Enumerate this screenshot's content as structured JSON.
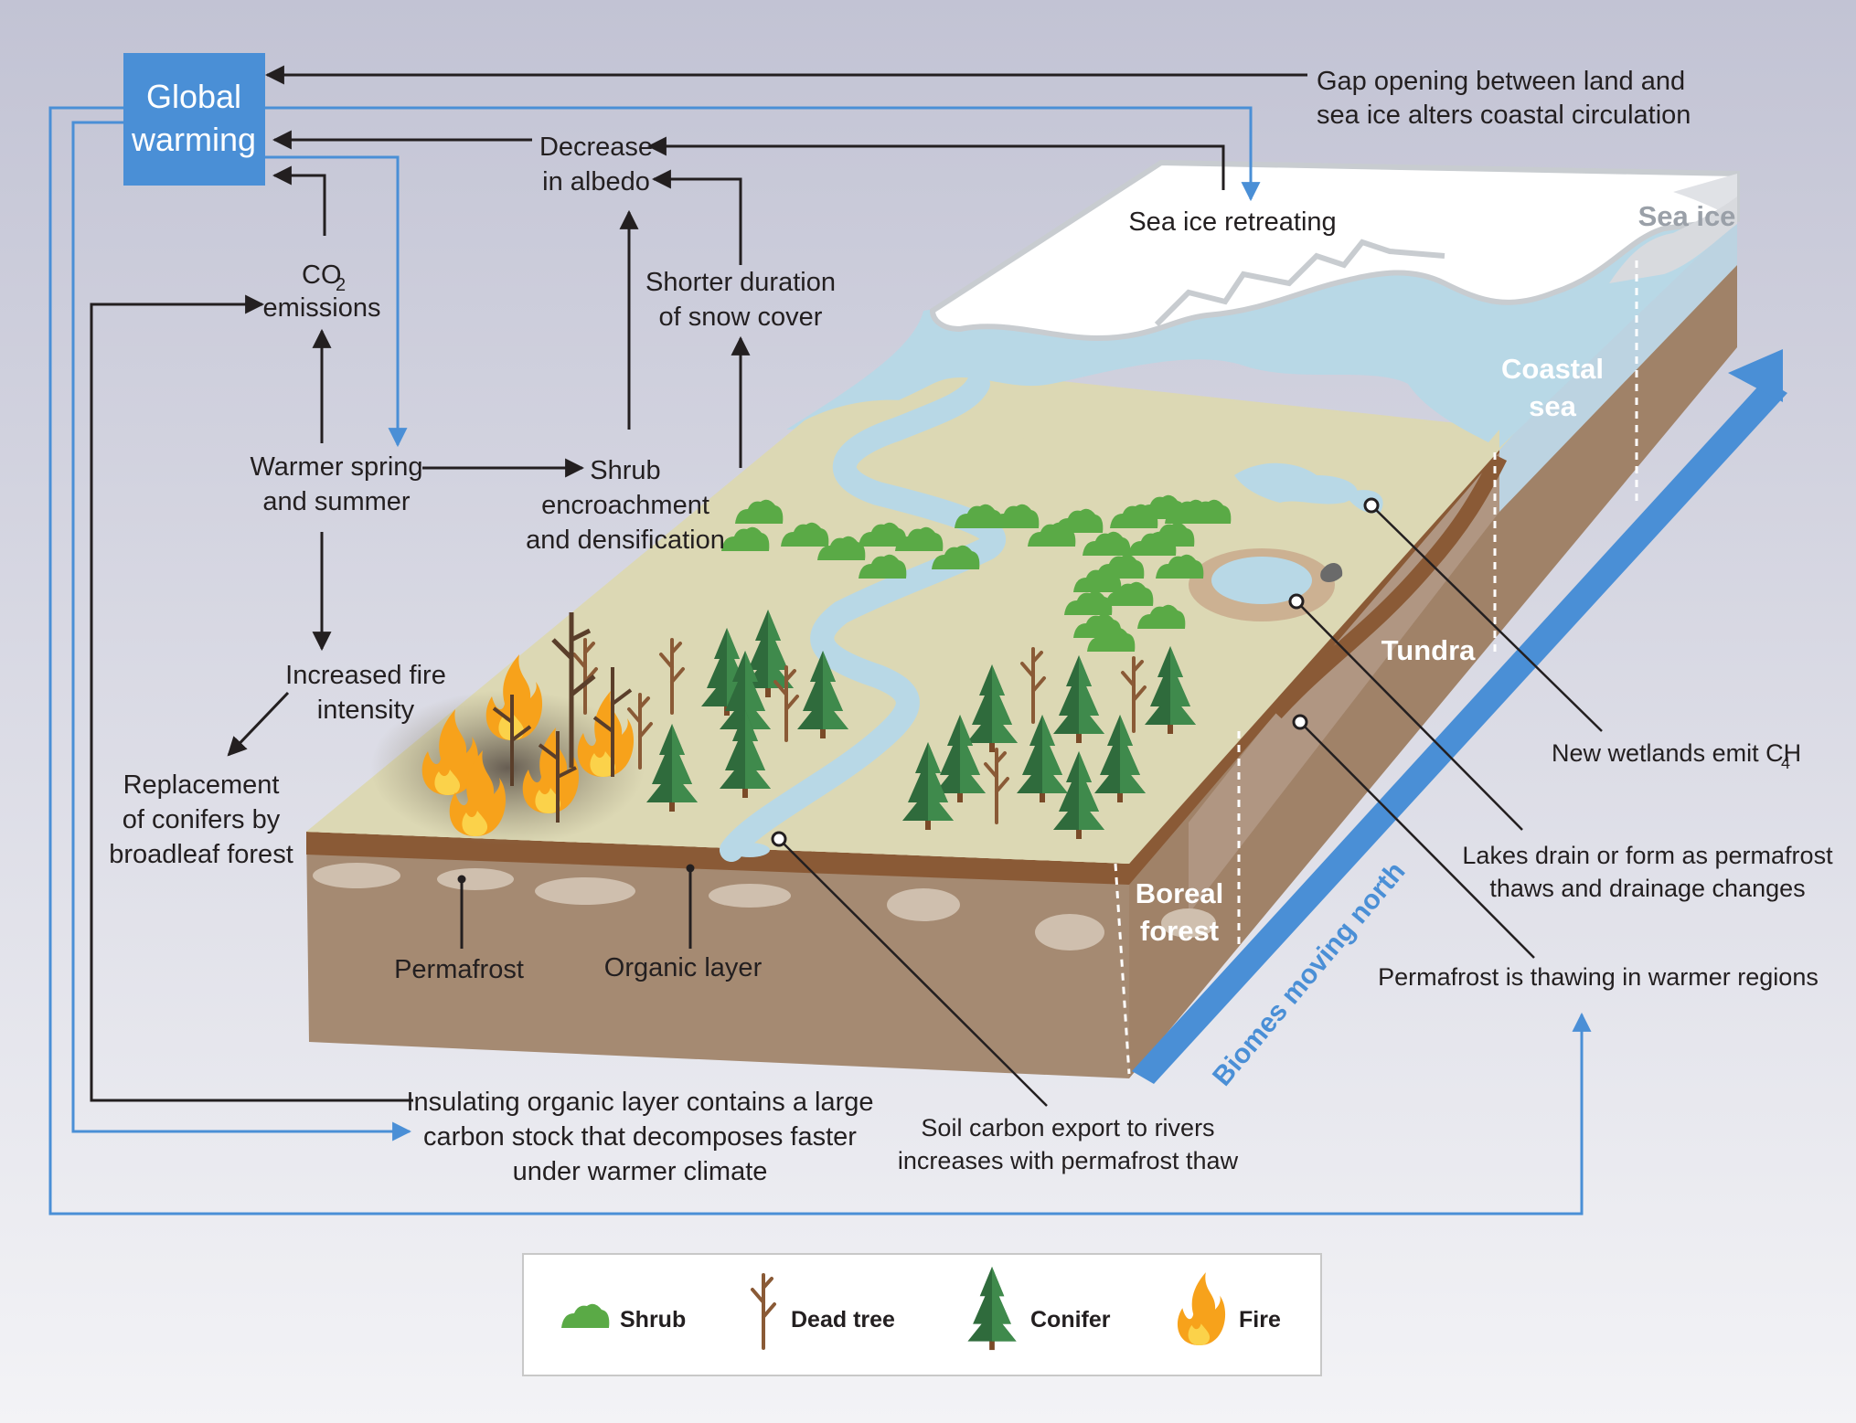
{
  "title": {
    "line1": "Global",
    "line2": "warming"
  },
  "labels": {
    "gap_opening": [
      "Gap opening between land and",
      "sea ice alters coastal circulation"
    ],
    "decrease_albedo": [
      "Decrease",
      "in albedo"
    ],
    "sea_ice_retreating": "Sea ice retreating",
    "co2": {
      "main": "CO",
      "sub": "2",
      "line2": "emissions"
    },
    "shorter_snow": [
      "Shorter duration",
      "of snow cover"
    ],
    "warmer_spring": [
      "Warmer spring",
      "and summer"
    ],
    "shrub_encroachment": [
      "Shrub",
      "encroachment",
      "and densification"
    ],
    "increased_fire": [
      "Increased fire",
      "intensity"
    ],
    "replacement": [
      "Replacement",
      "of conifers by",
      "broadleaf forest"
    ],
    "permafrost": "Permafrost",
    "organic_layer": "Organic layer",
    "insulating": [
      "Insulating organic layer contains a large",
      "carbon stock that decomposes faster",
      "under warmer climate"
    ],
    "soil_carbon": [
      "Soil carbon export to rivers",
      "increases with permafrost thaw"
    ],
    "new_wetlands": {
      "main": "New wetlands emit CH",
      "sub": "4"
    },
    "lakes_drain": [
      "Lakes drain or form as permafrost",
      "thaws and drainage changes"
    ],
    "permafrost_thawing": "Permafrost is thawing in warmer regions",
    "sea_ice": "Sea ice",
    "coastal_sea": [
      "Coastal",
      "sea"
    ],
    "tundra": "Tundra",
    "boreal_forest": [
      "Boreal",
      "forest"
    ],
    "biomes_moving": "Biomes moving north"
  },
  "legend": {
    "items": [
      {
        "name": "shrub",
        "label": "Shrub"
      },
      {
        "name": "dead-tree",
        "label": "Dead tree"
      },
      {
        "name": "conifer",
        "label": "Conifer"
      },
      {
        "name": "fire",
        "label": "Fire"
      }
    ]
  },
  "colors": {
    "accent_blue": "#4a8fd6",
    "global_warming_box": "#4a8fd6",
    "land": "#dcd8b4",
    "water": "#b8d8e6",
    "organic_layer": "#8a5a36",
    "soil": "#a58a72",
    "shrub": "#5aaa46",
    "conifer": "#2f6b3c",
    "fire": "#f7a21b"
  }
}
